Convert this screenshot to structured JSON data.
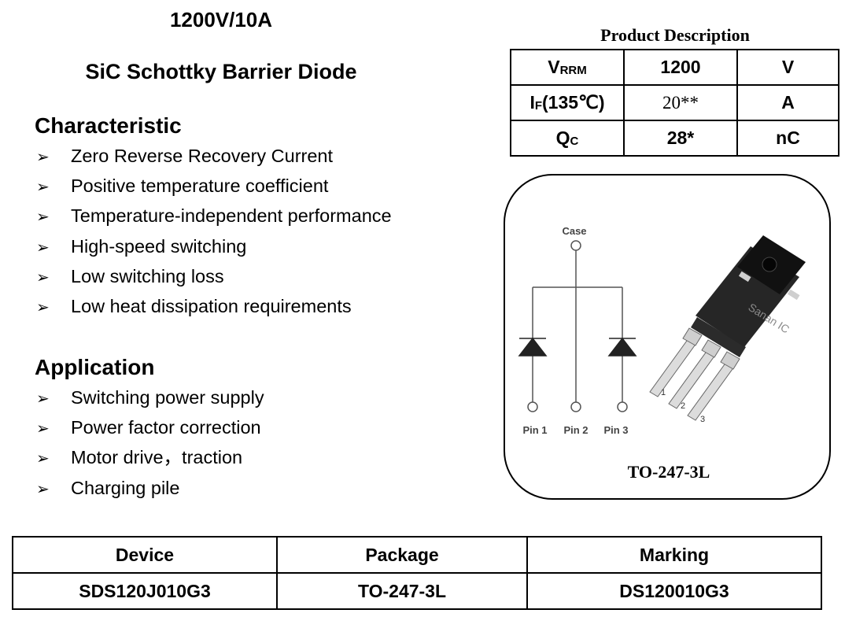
{
  "header": {
    "rating": "1200V/10A",
    "product_type": "SiC Schottky Barrier Diode"
  },
  "characteristic": {
    "heading": "Characteristic",
    "bullet": "➢",
    "items": [
      "Zero Reverse Recovery Current",
      "Positive temperature coefficient",
      "Temperature-independent performance",
      "High-speed switching",
      "Low switching loss",
      "Low heat dissipation requirements"
    ]
  },
  "application": {
    "heading": "Application",
    "items": [
      "Switching power supply",
      "Power factor correction",
      "Motor drive，traction",
      "Charging pile"
    ]
  },
  "product_description": {
    "title": "Product Description",
    "rows": [
      {
        "param_main": "V",
        "param_sub": "RRM",
        "param_tail": "",
        "value": "1200",
        "unit": "V"
      },
      {
        "param_main": "I",
        "param_sub": "F",
        "param_tail": "(135℃)",
        "value": "20**",
        "unit": "A"
      },
      {
        "param_main": "Q",
        "param_sub": "C",
        "param_tail": "",
        "value": "28*",
        "unit": "nC"
      }
    ]
  },
  "package_figure": {
    "case_label": "Case",
    "pin_labels": [
      "Pin 1",
      "Pin 2",
      "Pin 3"
    ],
    "brand": "Sanan IC",
    "lead_numbers": [
      "1",
      "2",
      "3"
    ],
    "caption": "TO-247-3L"
  },
  "device_table": {
    "headers": [
      "Device",
      "Package",
      "Marking"
    ],
    "row": [
      "SDS120J010G3",
      "TO-247-3L",
      "DS120010G3"
    ]
  }
}
